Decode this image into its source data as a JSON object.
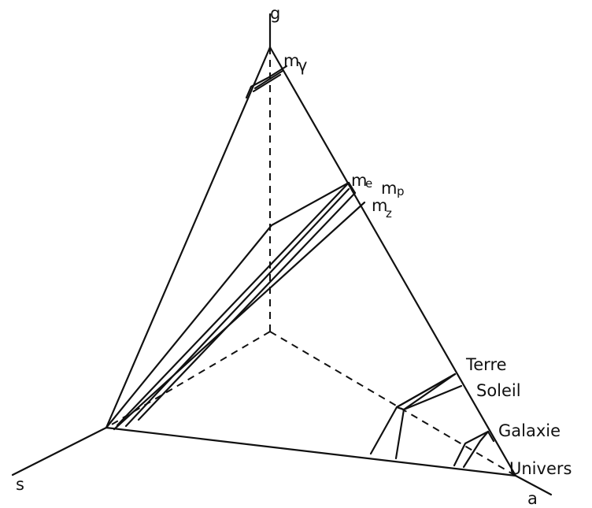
{
  "axes": {
    "g": "g",
    "s": "s",
    "a": "a"
  },
  "particles": {
    "m_gamma": {
      "base": "m",
      "sub": "γ"
    },
    "m_e": {
      "base": "m",
      "sub": "e"
    },
    "m_p": {
      "base": "m",
      "sub": "p"
    },
    "m_z": {
      "base": "m",
      "sub": "z"
    }
  },
  "objects": {
    "terre": "Terre",
    "soleil": "Soleil",
    "galaxie": "Galaxie",
    "univers": "Univers"
  }
}
